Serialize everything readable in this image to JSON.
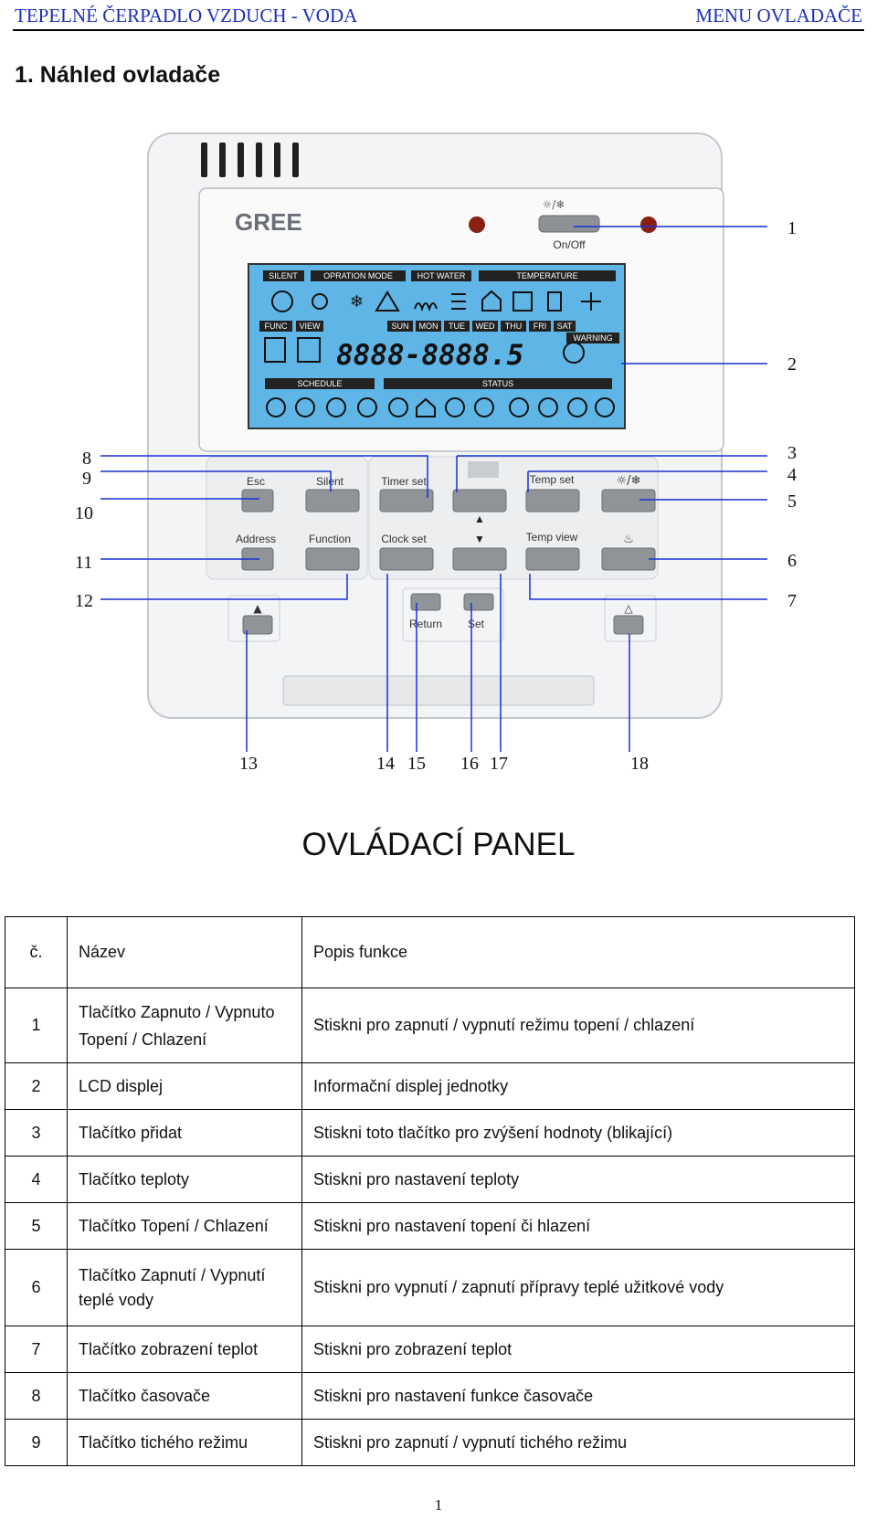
{
  "header": {
    "left": "TEPELNÉ ČERPADLO VZDUCH - VODA",
    "right": "MENU OVLADAČE"
  },
  "section_title": "1.  Náhled ovladače",
  "controller": {
    "brand": "GREE",
    "onoff_label": "On/Off",
    "lcd_top_labels": [
      "SILENT",
      "OPRATION MODE",
      "HOT WATER",
      "TEMPERATURE"
    ],
    "lcd_mid_labels": [
      "FUNC",
      "VIEW",
      "SUN",
      "MON",
      "TUE",
      "WED",
      "THU",
      "FRI",
      "SAT",
      "WARNING"
    ],
    "lcd_bottom_labels": [
      "SCHEDULE",
      "STATUS"
    ],
    "lcd_digits": "8888-8888.5",
    "button_labels": {
      "esc": "Esc",
      "silent": "Silent",
      "timer_set": "Timer set",
      "temp_set": "Temp set",
      "address": "Address",
      "function": "Function",
      "clock_set": "Clock set",
      "temp_view": "Temp view",
      "return": "Return",
      "set": "Set"
    },
    "callouts": [
      "1",
      "2",
      "3",
      "4",
      "5",
      "6",
      "7",
      "8",
      "9",
      "10",
      "11",
      "12",
      "13",
      "14",
      "15",
      "16",
      "17",
      "18"
    ]
  },
  "panel_title": "OVLÁDACÍ PANEL",
  "table": {
    "headers": [
      "č.",
      "Název",
      "Popis funkce"
    ],
    "rows": [
      [
        "1",
        "Tlačítko Zapnuto / Vypnuto Topení / Chlazení",
        "Stiskni pro zapnutí / vypnutí režimu topení / chlazení"
      ],
      [
        "2",
        "LCD displej",
        "Informační displej jednotky"
      ],
      [
        "3",
        "Tlačítko přidat",
        "Stiskni toto tlačítko pro zvýšení hodnoty (blikající)"
      ],
      [
        "4",
        "Tlačítko teploty",
        "Stiskni pro nastavení teploty"
      ],
      [
        "5",
        "Tlačítko Topení / Chlazení",
        "Stiskni pro nastavení topení či hlazení"
      ],
      [
        "6",
        "Tlačítko Zapnutí / Vypnutí teplé vody",
        "Stiskni pro vypnutí / zapnutí přípravy teplé užitkové vody"
      ],
      [
        "7",
        "Tlačítko zobrazení teplot",
        "Stiskni pro zobrazení teplot"
      ],
      [
        "8",
        "Tlačítko časovače",
        "Stiskni pro nastavení funkce časovače"
      ],
      [
        "9",
        "Tlačítko tichého režimu",
        "Stiskni pro zapnutí / vypnutí tichého režimu"
      ]
    ]
  },
  "page_number": "1"
}
